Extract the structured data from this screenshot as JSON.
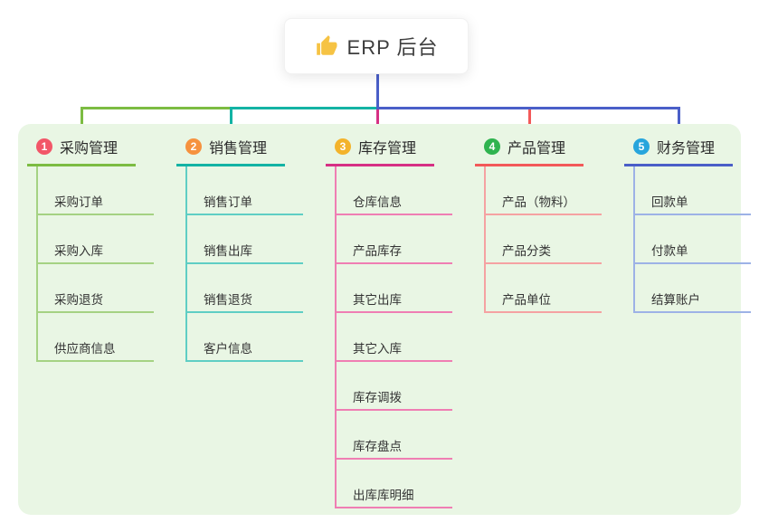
{
  "root": {
    "title": "ERP 后台",
    "icon": "thumbs-up-icon"
  },
  "branches": [
    {
      "number": "1",
      "label": "采购管理",
      "badge_color": "#f25668",
      "line_color": "#7cbc42",
      "line_light": "#a5d283",
      "items": [
        "采购订单",
        "采购入库",
        "采购退货",
        "供应商信息"
      ]
    },
    {
      "number": "2",
      "label": "销售管理",
      "badge_color": "#f6923e",
      "line_color": "#13b3a4",
      "line_light": "#5fcec4",
      "items": [
        "销售订单",
        "销售出库",
        "销售退货",
        "客户信息"
      ]
    },
    {
      "number": "3",
      "label": "库存管理",
      "badge_color": "#f3b32b",
      "line_color": "#d63084",
      "line_light": "#ef7eb3",
      "items": [
        "仓库信息",
        "产品库存",
        "其它出库",
        "其它入库",
        "库存调拨",
        "库存盘点",
        "出库库明细"
      ]
    },
    {
      "number": "4",
      "label": "产品管理",
      "badge_color": "#2fb34f",
      "line_color": "#f25959",
      "line_light": "#f5a2a2",
      "items": [
        "产品（物料）",
        "产品分类",
        "产品单位"
      ]
    },
    {
      "number": "5",
      "label": "财务管理",
      "badge_color": "#27a5dc",
      "line_color": "#4a5fc8",
      "line_light": "#9db2e6",
      "items": [
        "回款单",
        "付款单",
        "结算账户"
      ]
    }
  ],
  "colors": {
    "canvas": "#ffffff",
    "panel_bg": "#e9f6e4",
    "trunk": "#4a5fc8"
  }
}
